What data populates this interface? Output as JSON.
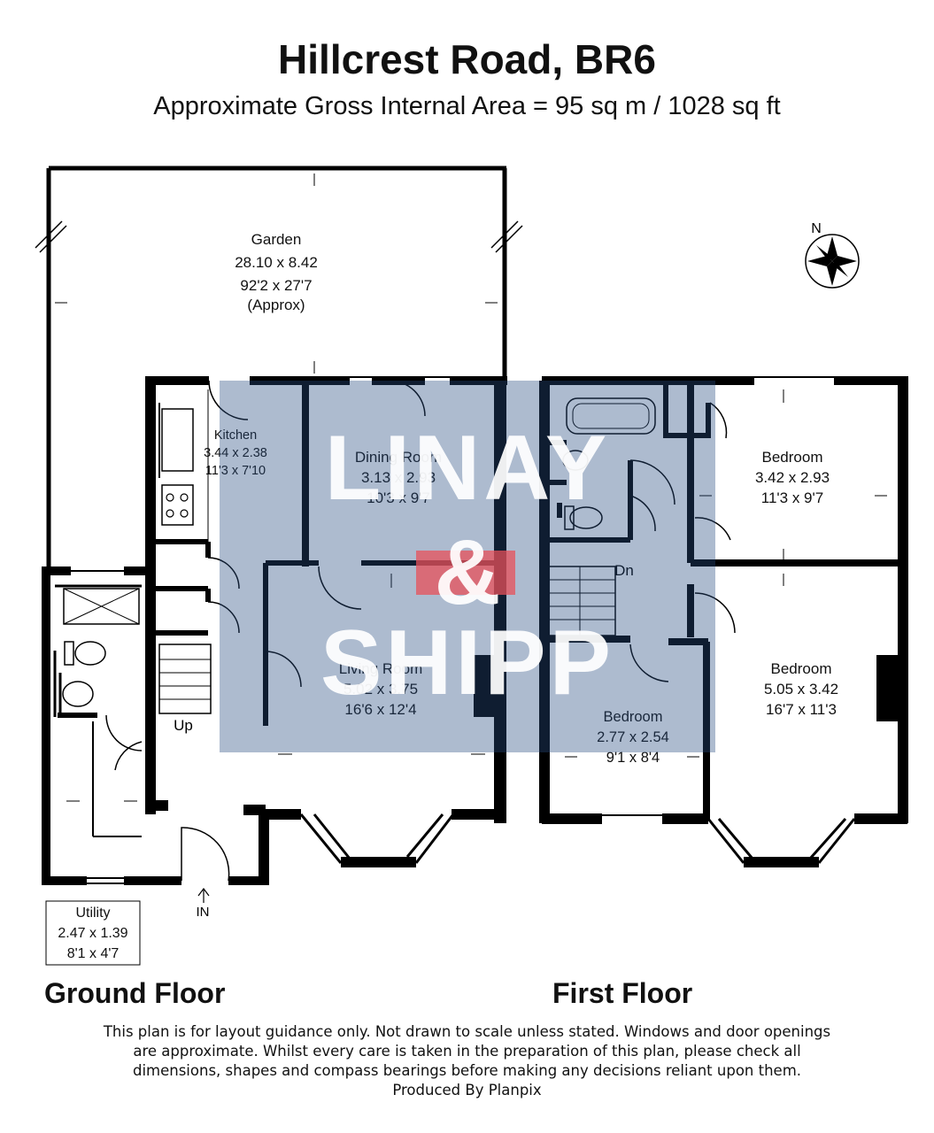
{
  "header": {
    "title": "Hillcrest Road, BR6",
    "subtitle": "Approximate Gross Internal Area = 95 sq m / 1028 sq ft"
  },
  "compass": {
    "label": "N"
  },
  "rooms": {
    "garden": {
      "name": "Garden",
      "metric": "28.10 x 8.42",
      "imperial": "92'2 x 27'7",
      "note": "(Approx)"
    },
    "kitchen": {
      "name": "Kitchen",
      "metric": "3.44 x 2.38",
      "imperial": "11'3 x 7'10"
    },
    "dining": {
      "name": "Dining Room",
      "metric": "3.13 x 2.93",
      "imperial": "10'3 x 9'7"
    },
    "living": {
      "name": "Living Room",
      "metric": "5.02 x 3.75",
      "imperial": "16'6 x 12'4"
    },
    "utility": {
      "name": "Utility",
      "metric": "2.47 x 1.39",
      "imperial": "8'1 x 4'7"
    },
    "bedroom1": {
      "name": "Bedroom",
      "metric": "3.42 x 2.93",
      "imperial": "11'3 x 9'7"
    },
    "bedroom2": {
      "name": "Bedroom",
      "metric": "5.05 x 3.42",
      "imperial": "16'7 x 11'3"
    },
    "bedroom3": {
      "name": "Bedroom",
      "metric": "2.77 x 2.54",
      "imperial": "9'1 x 8'4"
    }
  },
  "stairs": {
    "up": "Up",
    "down": "Dn"
  },
  "entrance": {
    "label": "IN"
  },
  "floors": {
    "ground": "Ground Floor",
    "first": "First Floor"
  },
  "watermark": {
    "line1": "LINAY",
    "line2": "&",
    "line3": "SHIPP"
  },
  "disclaimer": {
    "line1": "This plan is for layout guidance only. Not drawn to scale unless stated. Windows and door openings",
    "line2": "are approximate. Whilst every care is taken in the preparation of this plan, please check all",
    "line3": "dimensions, shapes and compass bearings before making any decisions reliant upon them.",
    "line4": "Produced By Planpix"
  },
  "colors": {
    "wall": "#000000",
    "watermark_panel": "#284b82",
    "watermark_brick": "#e8505a"
  }
}
